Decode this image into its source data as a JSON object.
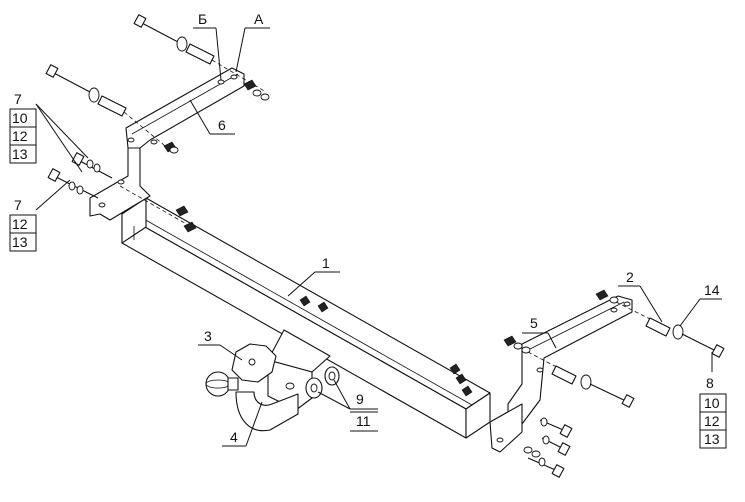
{
  "callouts": {
    "c1": "1",
    "c2": "2",
    "c3": "3",
    "c4": "4",
    "c5": "5",
    "c6": "6",
    "c14": "14",
    "cA": "А",
    "cB": "Б",
    "c9": "9",
    "c11": "11"
  },
  "stack_left_top": [
    "7",
    "10",
    "12",
    "13"
  ],
  "stack_left_bottom": [
    "7",
    "12",
    "13"
  ],
  "stack_right": [
    "8",
    "10",
    "12",
    "13"
  ]
}
